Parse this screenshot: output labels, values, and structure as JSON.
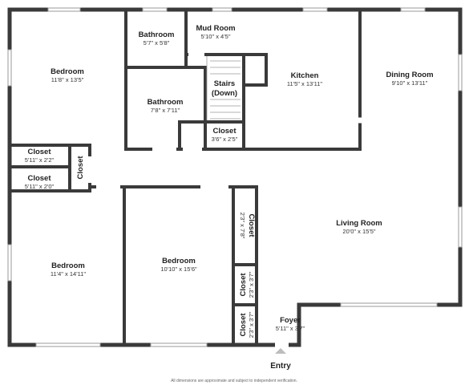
{
  "rooms": {
    "bedroom_top_left": {
      "name": "Bedroom",
      "dim": "11'8\" x 13'5\""
    },
    "bathroom_upper": {
      "name": "Bathroom",
      "dim": "5'7\" x 5'8\""
    },
    "mud_room": {
      "name": "Mud Room",
      "dim": "5'10\" x 4'5\""
    },
    "kitchen": {
      "name": "Kitchen",
      "dim": "11'5\" x 13'11\""
    },
    "dining_room": {
      "name": "Dining Room",
      "dim": "9'10\" x 13'11\""
    },
    "bathroom_lower": {
      "name": "Bathroom",
      "dim": "7'8\" x 7'11\""
    },
    "stairs": {
      "name_line1": "Stairs",
      "name_line2": "(Down)"
    },
    "closet_center": {
      "name": "Closet",
      "dim": "3'6\" x 2'5\""
    },
    "closet_left_top": {
      "name": "Closet",
      "dim": "5'11\" x 2'2\""
    },
    "closet_left_bottom": {
      "name": "Closet",
      "dim": "5'11\" x 2'0\""
    },
    "closet_vertical_small": {
      "name": "Closet"
    },
    "living_room": {
      "name": "Living Room",
      "dim": "20'0\" x 15'5\""
    },
    "bedroom_bottom_left": {
      "name": "Bedroom",
      "dim": "11'4\" x 14'11\""
    },
    "bedroom_bottom_mid": {
      "name": "Bedroom",
      "dim": "10'10\" x 15'6\""
    },
    "closet_right_tall": {
      "name": "Closet",
      "dim": "2'3\" x 7'8\""
    },
    "closet_right_mid": {
      "name": "Closet",
      "dim": "2'3\" x 3'7\""
    },
    "closet_right_low": {
      "name": "Closet",
      "dim": "2'3\" x 3'7\""
    },
    "foyer": {
      "name": "Foyer",
      "dim": "5'11\" x 3'7\""
    }
  },
  "entry_label": "Entry",
  "disclaimer": "All dimensions are approximate and subject to independent verification."
}
